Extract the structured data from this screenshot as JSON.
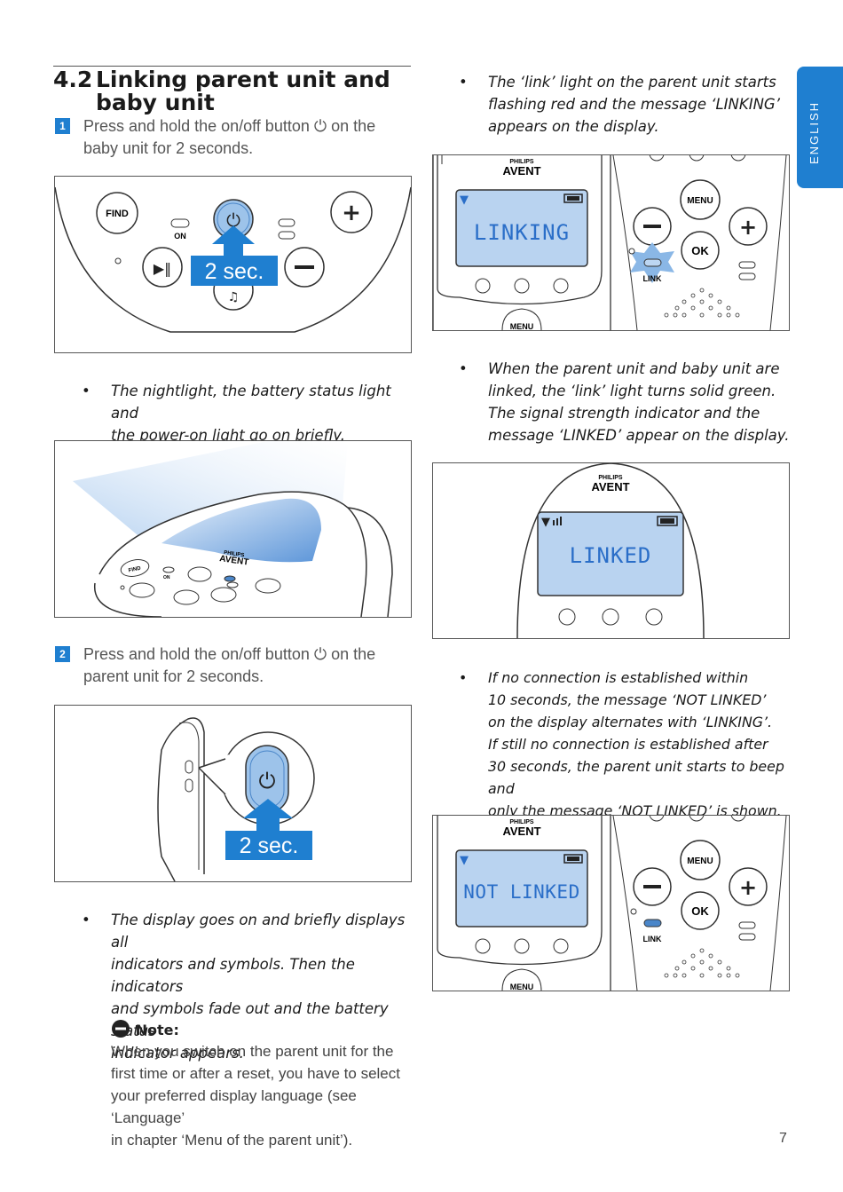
{
  "side_tab": "ENGLISH",
  "section": {
    "number": "4.2",
    "title_line1": "Linking parent unit and",
    "title_line2": "baby unit"
  },
  "steps": [
    {
      "num": "1",
      "line1": "Press and hold the on/off button ⏻ on the",
      "line2": "baby unit for 2 seconds."
    },
    {
      "num": "2",
      "line1": "Press and hold the on/off button ⏻ on the",
      "line2": "parent unit for 2 seconds."
    }
  ],
  "bullets_left": [
    {
      "lines": [
        "The nightlight, the battery status light and",
        "the power-on light go on briefly."
      ]
    },
    {
      "lines": [
        "The display goes on and briefly displays all",
        "indicators and symbols. Then the indicators",
        "and symbols fade out and the battery status",
        "indicator appears."
      ]
    }
  ],
  "bullets_right": [
    {
      "lines": [
        "The ‘link’ light on the parent unit starts",
        "flashing red and the message ‘LINKING’",
        "appears on the display."
      ]
    },
    {
      "lines": [
        "When the parent unit and baby unit are",
        "linked, the ‘link’ light turns solid green.",
        "The signal strength indicator and the",
        "message ‘LINKED’ appear on the display."
      ]
    },
    {
      "lines": [
        "If no connection is established within",
        "10 seconds, the message ‘NOT LINKED’",
        "on the display alternates with ‘LINKING’.",
        "If still no connection is established after",
        "30 seconds, the parent unit starts to beep and",
        "only the message ‘NOT LINKED’ is shown."
      ]
    }
  ],
  "note": {
    "heading": "Note:",
    "lines": [
      "When you switch on the parent unit for the",
      "first time or after a reset, you have to select",
      "your preferred display language (see ‘Language’",
      "in chapter ‘Menu of the parent unit’)."
    ]
  },
  "figures": {
    "fig1": {
      "find": "FIND",
      "on": "ON",
      "duration": "2 sec."
    },
    "fig2": {
      "find": "FIND",
      "on": "ON",
      "brand_small": "PHILIPS",
      "brand": "AVENT"
    },
    "fig3": {
      "duration": "2 sec."
    },
    "fig4": {
      "brand_small": "PHILIPS",
      "brand": "AVENT",
      "display": "LINKING",
      "menu": "MENU",
      "ok": "OK",
      "link": "LINK"
    },
    "fig5": {
      "brand_small": "PHILIPS",
      "brand": "AVENT",
      "display": "LINKED"
    },
    "fig6": {
      "brand_small": "PHILIPS",
      "brand": "AVENT",
      "display": "NOT LINKED",
      "menu": "MENU",
      "ok": "OK",
      "link": "LINK"
    }
  },
  "page_number": "7",
  "colors": {
    "accent_blue": "#1f7fd0",
    "lcd_bg": "#b9d3f0",
    "lcd_text": "#2a6ec8"
  }
}
